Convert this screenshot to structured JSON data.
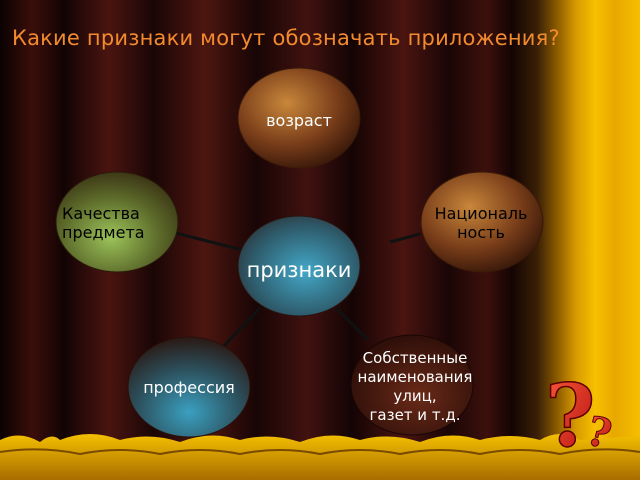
{
  "title": "Какие признаки могут обозначать приложения?",
  "center": {
    "label": "признаки"
  },
  "nodes": {
    "age": "возраст",
    "quality": "Качества\nпредмета",
    "nationality": "Националь\nность",
    "profession": "профессия",
    "proper_names": "Собственные\nнаименования\nулиц,\nгазет и т.д."
  },
  "decor": {
    "question_mark": "?"
  },
  "colors": {
    "title": "#f28a2e",
    "curtain_gold": "#f5b400",
    "curtain_maroon": "#4a1410"
  }
}
